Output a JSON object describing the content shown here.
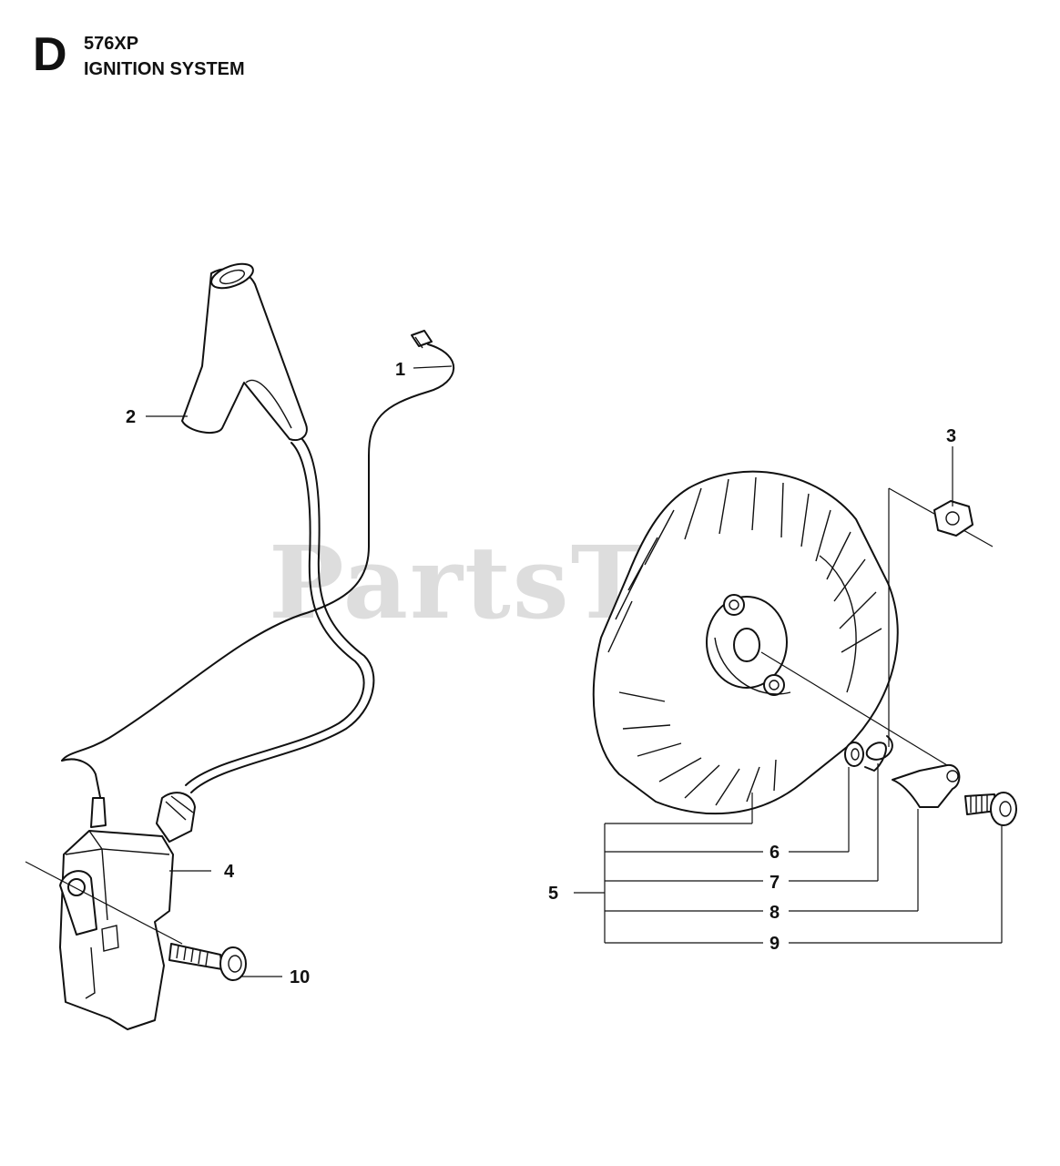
{
  "header": {
    "section_letter": "D",
    "model": "576XP",
    "title": "IGNITION SYSTEM"
  },
  "watermark": "PartsTree",
  "callouts": [
    "1",
    "2",
    "3",
    "4",
    "5",
    "6",
    "7",
    "8",
    "9",
    "10"
  ]
}
